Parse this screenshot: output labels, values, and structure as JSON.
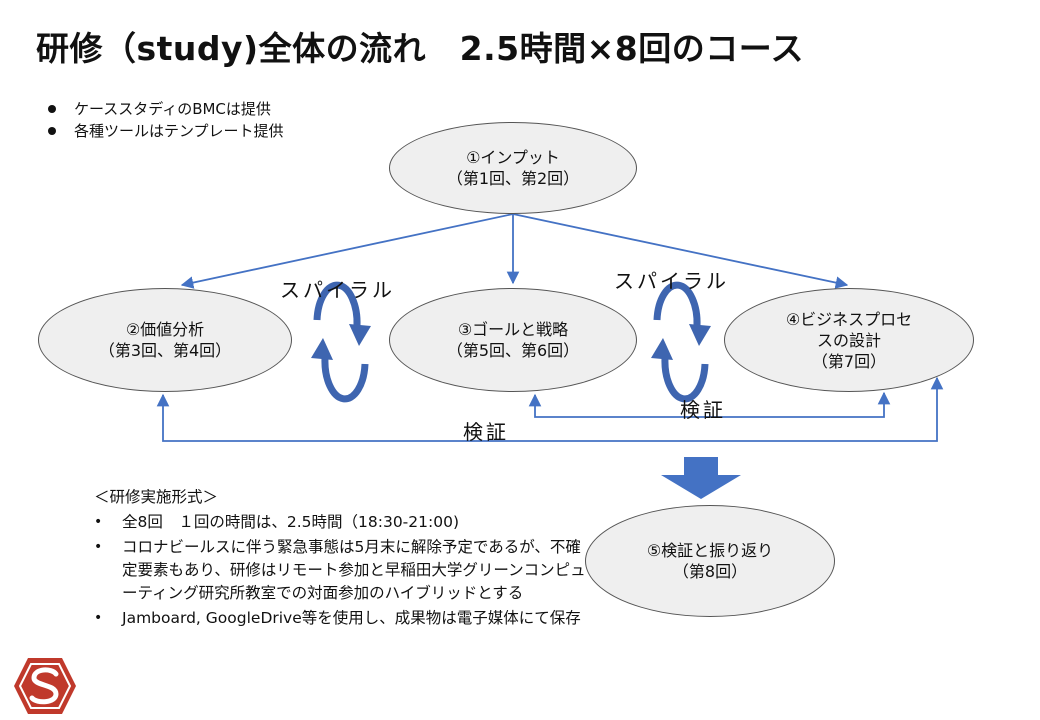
{
  "title": "研修（study)全体の流れ　2.5時間×8回のコース",
  "notes": [
    "ケーススタディのBMCは提供",
    "各種ツールはテンプレート提供"
  ],
  "nodes": {
    "input": {
      "line1": "①インプット",
      "line2": "（第1回、第2回）"
    },
    "value": {
      "line1": "②価値分析",
      "line2": "（第3回、第4回）"
    },
    "goal": {
      "line1": "③ゴールと戦略",
      "line2": "（第5回、第6回）"
    },
    "process": {
      "line1": "④ビジネスプロセ",
      "line2": "スの設計",
      "line3": "（第7回）"
    },
    "review": {
      "line1": "⑤検証と振り返り",
      "line2": "（第8回）"
    }
  },
  "labels": {
    "spiral_left": "スパイラル",
    "spiral_right": "スパイラル",
    "verify_lower": "検証",
    "verify_upper": "検証"
  },
  "format": {
    "heading": "＜研修実施形式＞",
    "items": [
      "全8回　１回の時間は、2.5時間（18:30-21:00)",
      "コロナビールスに伴う緊急事態は5月末に解除予定であるが、不確定要素もあり、研修はリモート参加と早稲田大学グリーンコンピューティング研究所教室での対面参加のハイブリッドとする",
      "Jamboard, GoogleDrive等を使用し、成果物は電子媒体にて保存"
    ]
  },
  "colors": {
    "arrow": "#4472c4",
    "cycle_arrow": "#3e65b0",
    "node_fill": "#efefef",
    "node_border": "#555555",
    "logo": "#c0392b"
  }
}
